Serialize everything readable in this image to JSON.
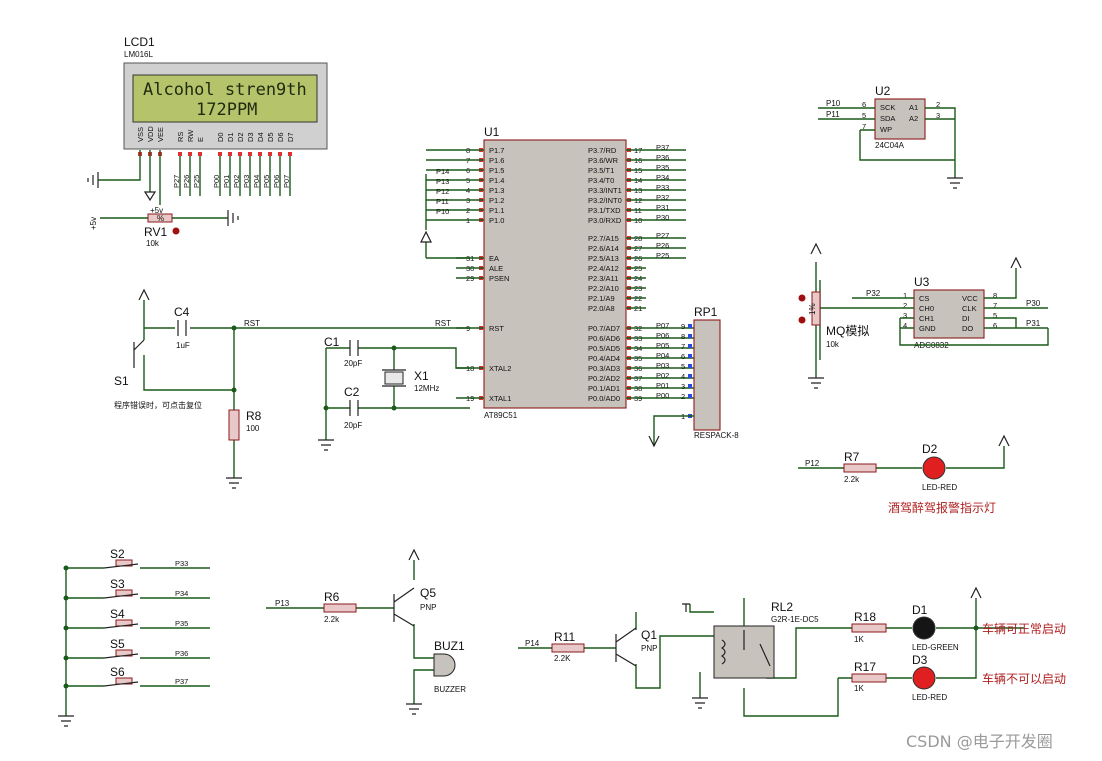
{
  "lcd": {
    "ref": "LCD1",
    "model": "LM016L",
    "line1": "Alcohol stren9th",
    "line2": "172PPM",
    "pins": [
      "VSS",
      "VDD",
      "VEE",
      "RS",
      "RW",
      "E",
      "D0",
      "D1",
      "D2",
      "D3",
      "D4",
      "D5",
      "D6",
      "D7"
    ],
    "nets": [
      "P27",
      "P26",
      "P25",
      "P00",
      "P01",
      "P02",
      "P03",
      "P04",
      "P05",
      "P06",
      "P07"
    ]
  },
  "mcu": {
    "ref": "U1",
    "model": "AT89C51",
    "left_pins": [
      "P1.7",
      "P1.6",
      "P1.5",
      "P1.4",
      "P1.3",
      "P1.2",
      "P1.1",
      "P1.0",
      "EA",
      "ALE",
      "PSEN",
      "RST",
      "XTAL2",
      "XTAL1"
    ],
    "left_nums": [
      "8",
      "7",
      "6",
      "5",
      "4",
      "3",
      "2",
      "1",
      "31",
      "30",
      "29",
      "9",
      "18",
      "19"
    ],
    "right_pins": [
      "P3.7/RD",
      "P3.6/WR",
      "P3.5/T1",
      "P3.4/T0",
      "P3.3/INT1",
      "P3.2/INT0",
      "P3.1/TXD",
      "P3.0/RXD",
      "P2.7/A15",
      "P2.6/A14",
      "P2.5/A13",
      "P2.4/A12",
      "P2.3/A11",
      "P2.2/A10",
      "P2.1/A9",
      "P2.0/A8",
      "P0.7/AD7",
      "P0.6/AD6",
      "P0.5/AD5",
      "P0.4/AD4",
      "P0.3/AD3",
      "P0.2/AD2",
      "P0.1/AD1",
      "P0.0/AD0"
    ],
    "right_nums": [
      "17",
      "16",
      "15",
      "14",
      "13",
      "12",
      "11",
      "10",
      "28",
      "27",
      "26",
      "25",
      "24",
      "23",
      "22",
      "21",
      "32",
      "33",
      "34",
      "35",
      "36",
      "37",
      "38",
      "39"
    ],
    "p3_nets": [
      "P37",
      "P36",
      "P35",
      "P34",
      "P33",
      "P32",
      "P31",
      "P30"
    ],
    "p2_nets": [
      "P27",
      "P26",
      "P25"
    ],
    "p0_nets": [
      "P07",
      "P06",
      "P05",
      "P04",
      "P03",
      "P02",
      "P01",
      "P00"
    ],
    "p1_nets": [
      "P14",
      "P13",
      "P12",
      "P11",
      "P10"
    ]
  },
  "rp1": {
    "ref": "RP1",
    "model": "RESPACK-8",
    "nums": [
      "9",
      "8",
      "7",
      "6",
      "5",
      "4",
      "3",
      "2",
      "1"
    ]
  },
  "rv1": {
    "ref": "RV1",
    "value": "10k",
    "supply": "+5v",
    "pct": "%"
  },
  "reset": {
    "rst_label": "RST",
    "c4_ref": "C4",
    "c4_val": "1uF",
    "s1_ref": "S1",
    "note": "程序错误时，可点击复位",
    "r8_ref": "R8",
    "r8_val": "100"
  },
  "osc": {
    "c1_ref": "C1",
    "c1_val": "20pF",
    "c2_ref": "C2",
    "c2_val": "20pF",
    "x1_ref": "X1",
    "x1_val": "12MHz"
  },
  "eeprom": {
    "ref": "U2",
    "model": "24C04A",
    "pins": [
      "SCK",
      "SDA",
      "WP",
      "A1",
      "A2"
    ],
    "nums": [
      "6",
      "5",
      "7",
      "2",
      "3"
    ],
    "nets": [
      "P10",
      "P11"
    ]
  },
  "adc": {
    "ref": "U3",
    "model": "ADC0832",
    "left": [
      "CS",
      "CH0",
      "CH1",
      "GND"
    ],
    "left_nums": [
      "1",
      "2",
      "3",
      "4"
    ],
    "right": [
      "VCC",
      "CLK",
      "DI",
      "DO"
    ],
    "right_nums": [
      "8",
      "7",
      "5",
      "6"
    ],
    "nets": [
      "P32",
      "P30",
      "P31"
    ],
    "sensor": "MQ模拟",
    "sensor_val": "10k",
    "sensor_pct": "1%"
  },
  "alarm_led": {
    "r_ref": "R7",
    "r_val": "2.2k",
    "net": "P12",
    "d_ref": "D2",
    "d_model": "LED-RED",
    "caption": "酒驾醉驾报警指示灯"
  },
  "switches": {
    "refs": [
      "S2",
      "S3",
      "S4",
      "S5",
      "S6"
    ],
    "nets": [
      "P33",
      "P34",
      "P35",
      "P36",
      "P37"
    ]
  },
  "buzzer": {
    "net": "P13",
    "r_ref": "R6",
    "r_val": "2.2k",
    "q_ref": "Q5",
    "q_type": "PNP",
    "buz_ref": "BUZ1",
    "buz_model": "BUZZER"
  },
  "relay": {
    "net": "P14",
    "r_ref": "R11",
    "r_val": "2.2K",
    "q_ref": "Q1",
    "q_type": "PNP",
    "rl_ref": "RL2",
    "rl_model": "G2R-1E-DC5",
    "r18_ref": "R18",
    "r18_val": "1K",
    "d1_ref": "D1",
    "d1_model": "LED-GREEN",
    "d1_caption": "车辆可正常启动",
    "r17_ref": "R17",
    "r17_val": "1K",
    "d3_ref": "D3",
    "d3_model": "LED-RED",
    "d3_caption": "车辆不可以启动"
  },
  "watermark": "CSDN @电子开发圈",
  "colors": {
    "wire": "#1a5a1a",
    "chip": "#c7c2bc",
    "lcd_bg": "#b5c46a",
    "led_red": "#e02020",
    "caption": "#b02020"
  }
}
